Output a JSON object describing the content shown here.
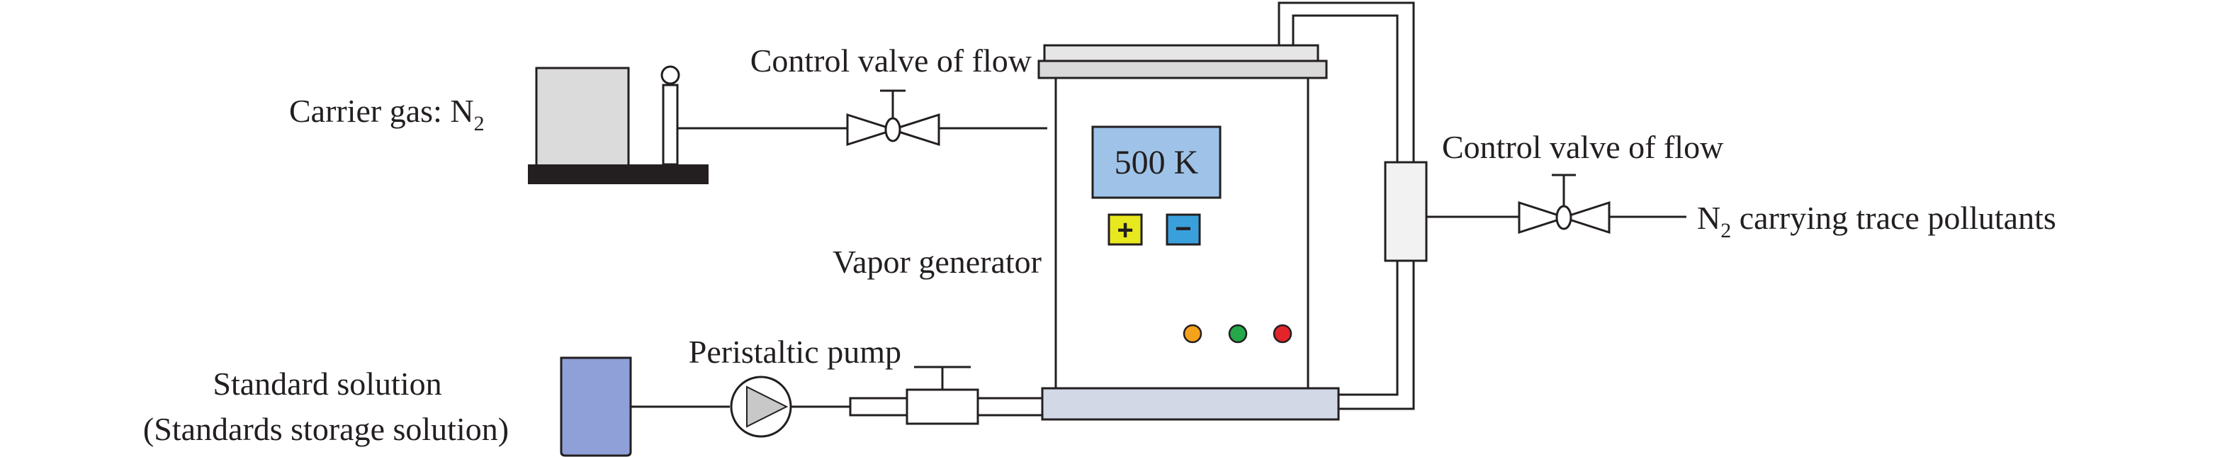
{
  "labels": {
    "carrier_gas": "Carrier gas: N",
    "carrier_gas_sub": "2",
    "control_valve_top": "Control valve of flow",
    "control_valve_right": "Control valve of flow",
    "output_prefix": "N",
    "output_sub": "2",
    "output_suffix": " carrying trace pollutants",
    "vapor_generator": "Vapor generator",
    "peristaltic_pump": "Peristaltic pump",
    "standard_solution_line1": "Standard solution",
    "standard_solution_line2": "(Standards storage solution)"
  },
  "display": {
    "temperature": "500 K"
  },
  "buttons": {
    "plus": "+",
    "minus": "−"
  },
  "colors": {
    "line": "#231f20",
    "cylinder_fill": "#dcdbdc",
    "base_fill": "#231f20",
    "lid_fill": "#d9d9d9",
    "display_fill": "#9fc3e8",
    "plus_fill": "#e8e81e",
    "minus_fill": "#3aa0dc",
    "led_orange": "#f4a21c",
    "led_green": "#24a84a",
    "led_red": "#e3242b",
    "beaker_fill": "#8f9fd8",
    "pump_arrow": "#c8c8c8",
    "bottom_bar_fill": "#d2d8e6",
    "outlet_fill": "#f2f2f2"
  },
  "icons": {
    "valve": "needle-valve-icon",
    "pump": "peristaltic-pump-icon",
    "beaker": "beaker-icon",
    "cylinder": "gas-cylinder-icon"
  }
}
